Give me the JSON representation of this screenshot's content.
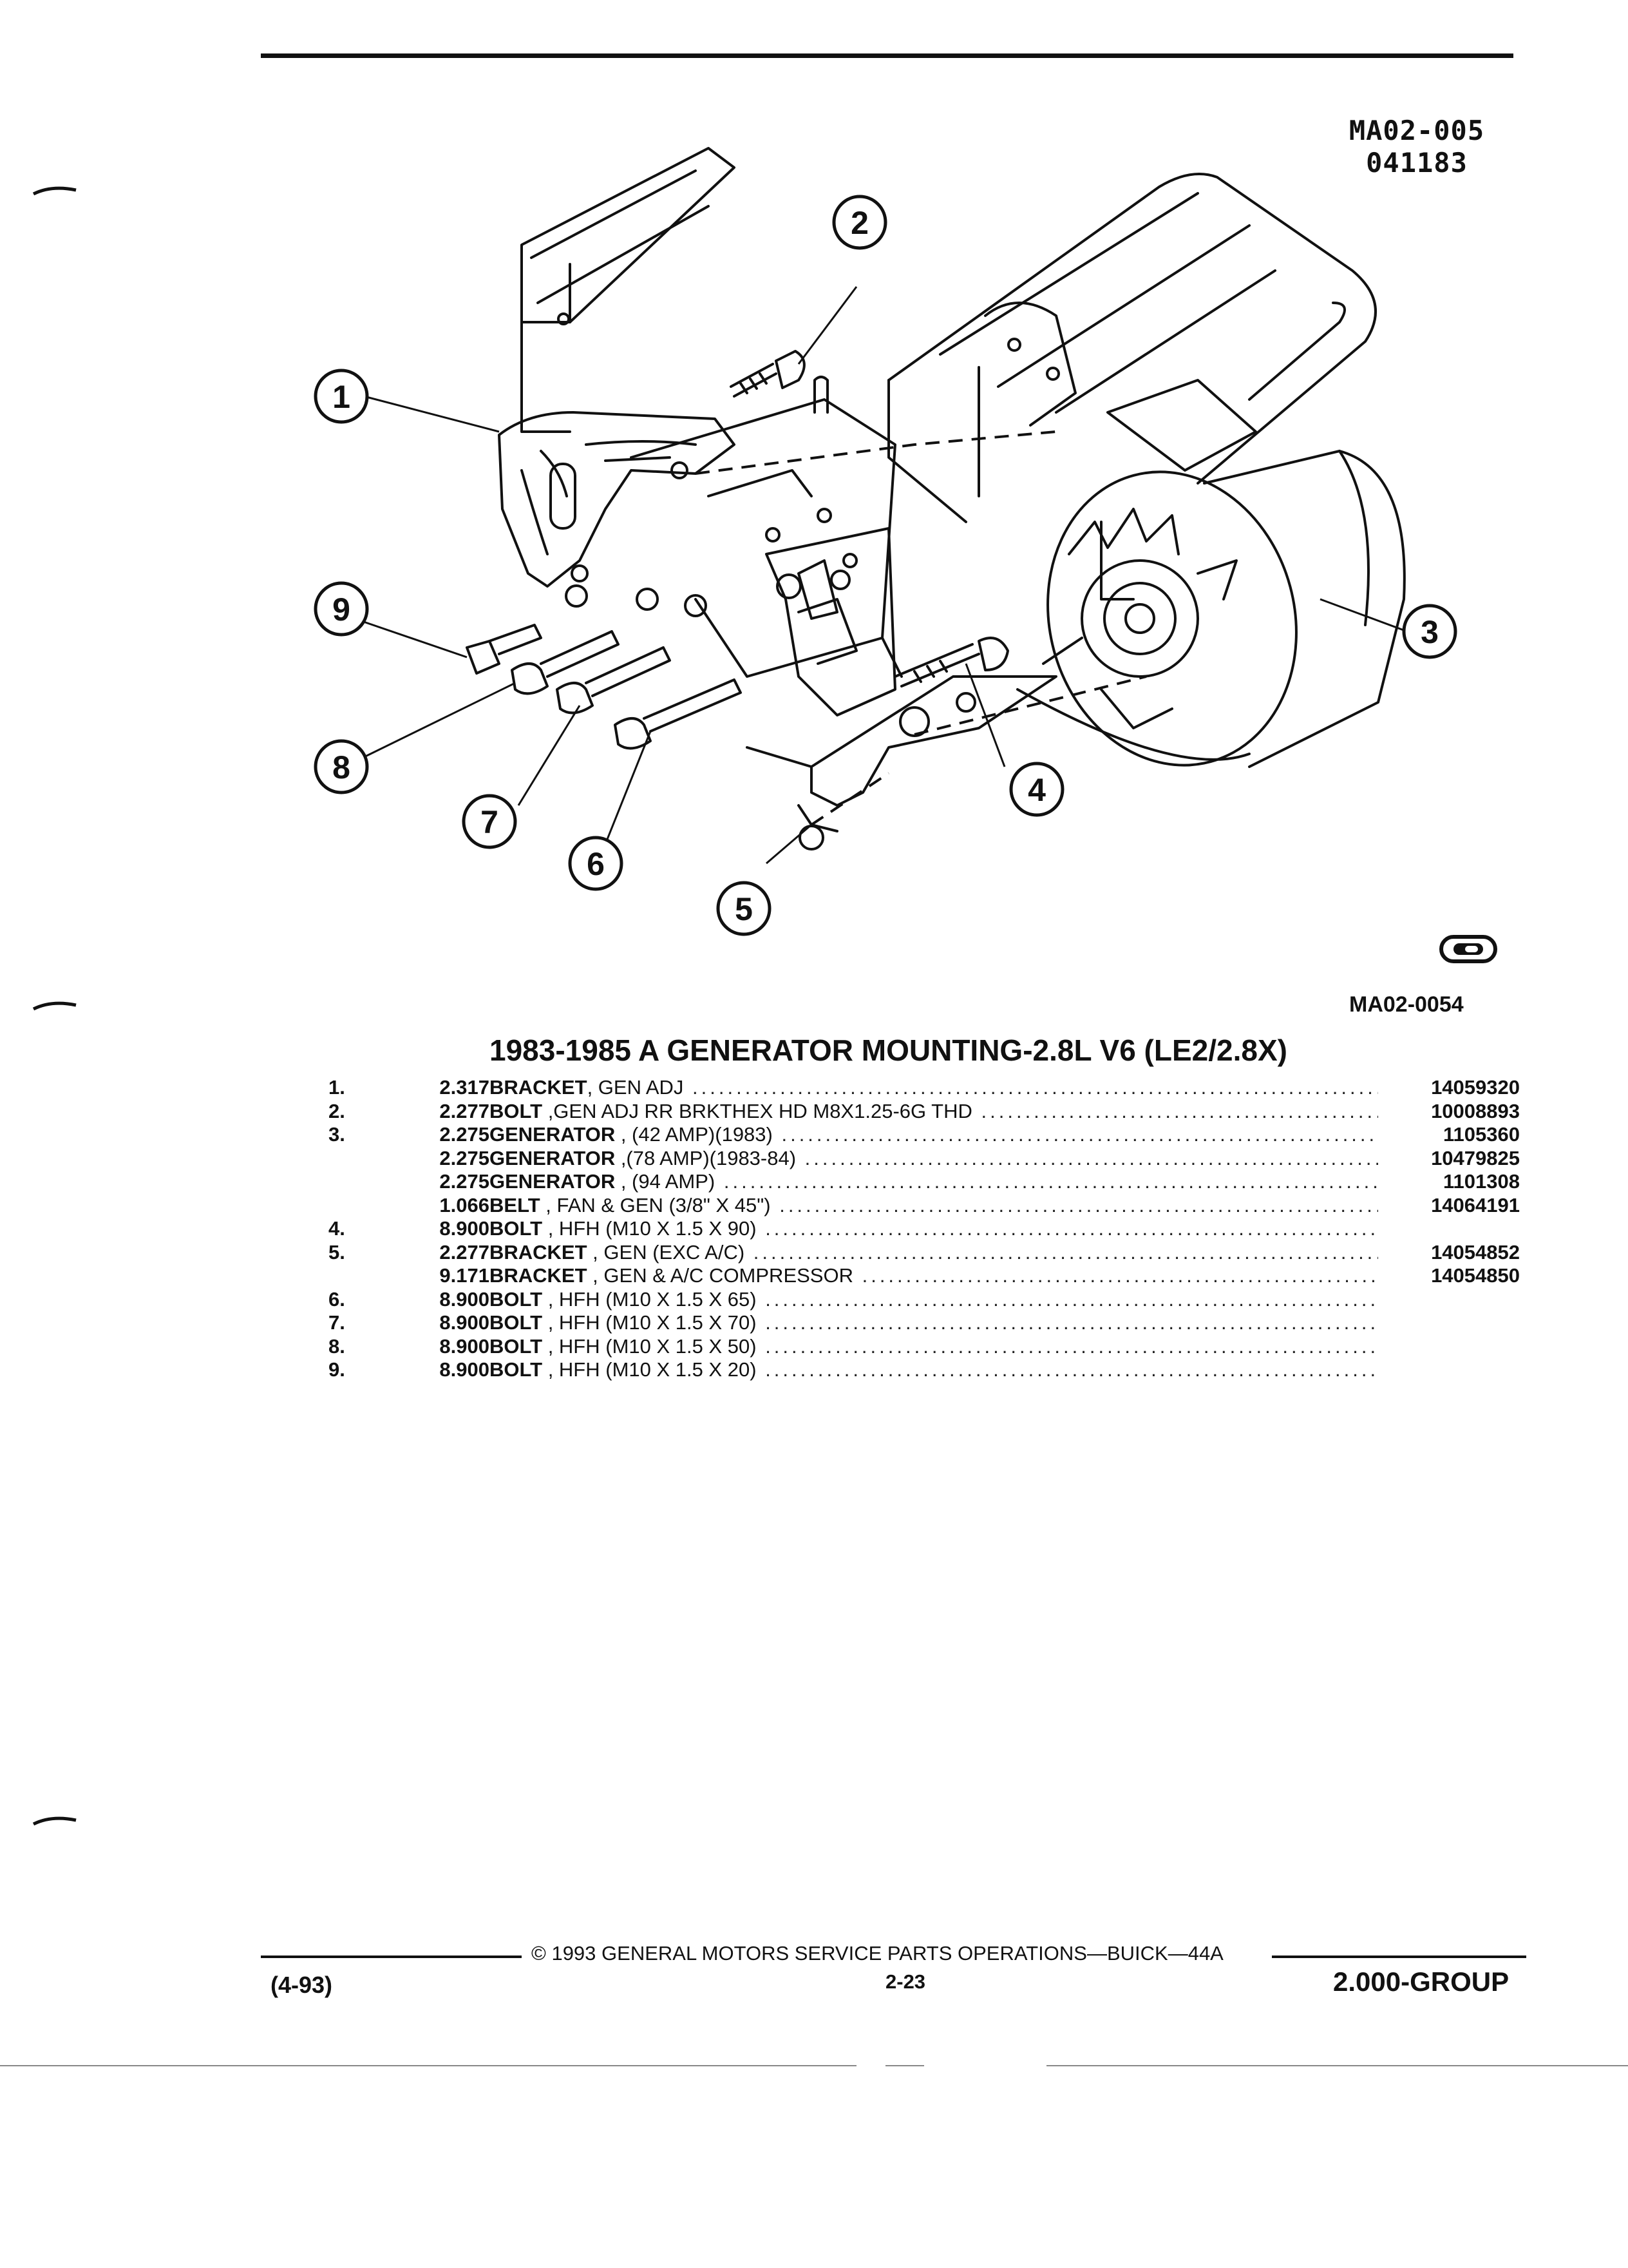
{
  "header": {
    "drawing_code": "MA02-005",
    "drawing_number": "041183"
  },
  "diagram": {
    "callouts": [
      "1",
      "2",
      "3",
      "4",
      "5",
      "6",
      "7",
      "8",
      "9"
    ],
    "figure_code": "MA02-0054",
    "logo": "gm-service-parts-logo"
  },
  "section": {
    "title": "1983-1985 A GENERATOR MOUNTING-2.8L V6 (LE2/2.8X)"
  },
  "parts": [
    {
      "item": "1.",
      "group": "2.317",
      "name": "BRACKET",
      "detail": ", GEN ADJ",
      "part": "14059320"
    },
    {
      "item": "2.",
      "group": "2.277",
      "name": "BOLT",
      "detail": " ,GEN ADJ RR BRKTHEX HD M8X1.25-6G THD",
      "part": "10008893"
    },
    {
      "item": "3.",
      "group": "2.275",
      "name": "GENERATOR",
      "detail": " , (42 AMP)(1983)",
      "part": "1105360"
    },
    {
      "item": "",
      "group": "2.275",
      "name": "GENERATOR",
      "detail": " ,(78 AMP)(1983-84)",
      "part": "10479825"
    },
    {
      "item": "",
      "group": "2.275",
      "name": "GENERATOR",
      "detail": " , (94 AMP)",
      "part": "1101308"
    },
    {
      "item": "",
      "group": "1.066",
      "name": "BELT",
      "detail": " , FAN & GEN (3/8\" X 45\")",
      "part": "14064191"
    },
    {
      "item": "4.",
      "group": "8.900",
      "name": "BOLT",
      "detail": " , HFH (M10 X 1.5 X 90)",
      "part": ""
    },
    {
      "item": "5.",
      "group": "2.277",
      "name": "BRACKET",
      "detail": " , GEN (EXC A/C)",
      "part": "14054852"
    },
    {
      "item": "",
      "group": "9.171",
      "name": "BRACKET",
      "detail": " , GEN & A/C COMPRESSOR",
      "part": "14054850"
    },
    {
      "item": "6.",
      "group": "8.900",
      "name": "BOLT",
      "detail": " , HFH (M10 X 1.5 X 65)",
      "part": ""
    },
    {
      "item": "7.",
      "group": "8.900",
      "name": "BOLT",
      "detail": " , HFH (M10 X 1.5 X 70)",
      "part": ""
    },
    {
      "item": "8.",
      "group": "8.900",
      "name": "BOLT",
      "detail": " , HFH (M10 X 1.5 X 50)",
      "part": ""
    },
    {
      "item": "9.",
      "group": "8.900",
      "name": "BOLT",
      "detail": " , HFH (M10 X 1.5 X 20)",
      "part": ""
    }
  ],
  "footer": {
    "copyright": "© 1993 GENERAL MOTORS SERVICE PARTS OPERATIONS—BUICK—44A",
    "page": "2-23",
    "date_code": "(4-93)",
    "group": "2.000-GROUP"
  }
}
